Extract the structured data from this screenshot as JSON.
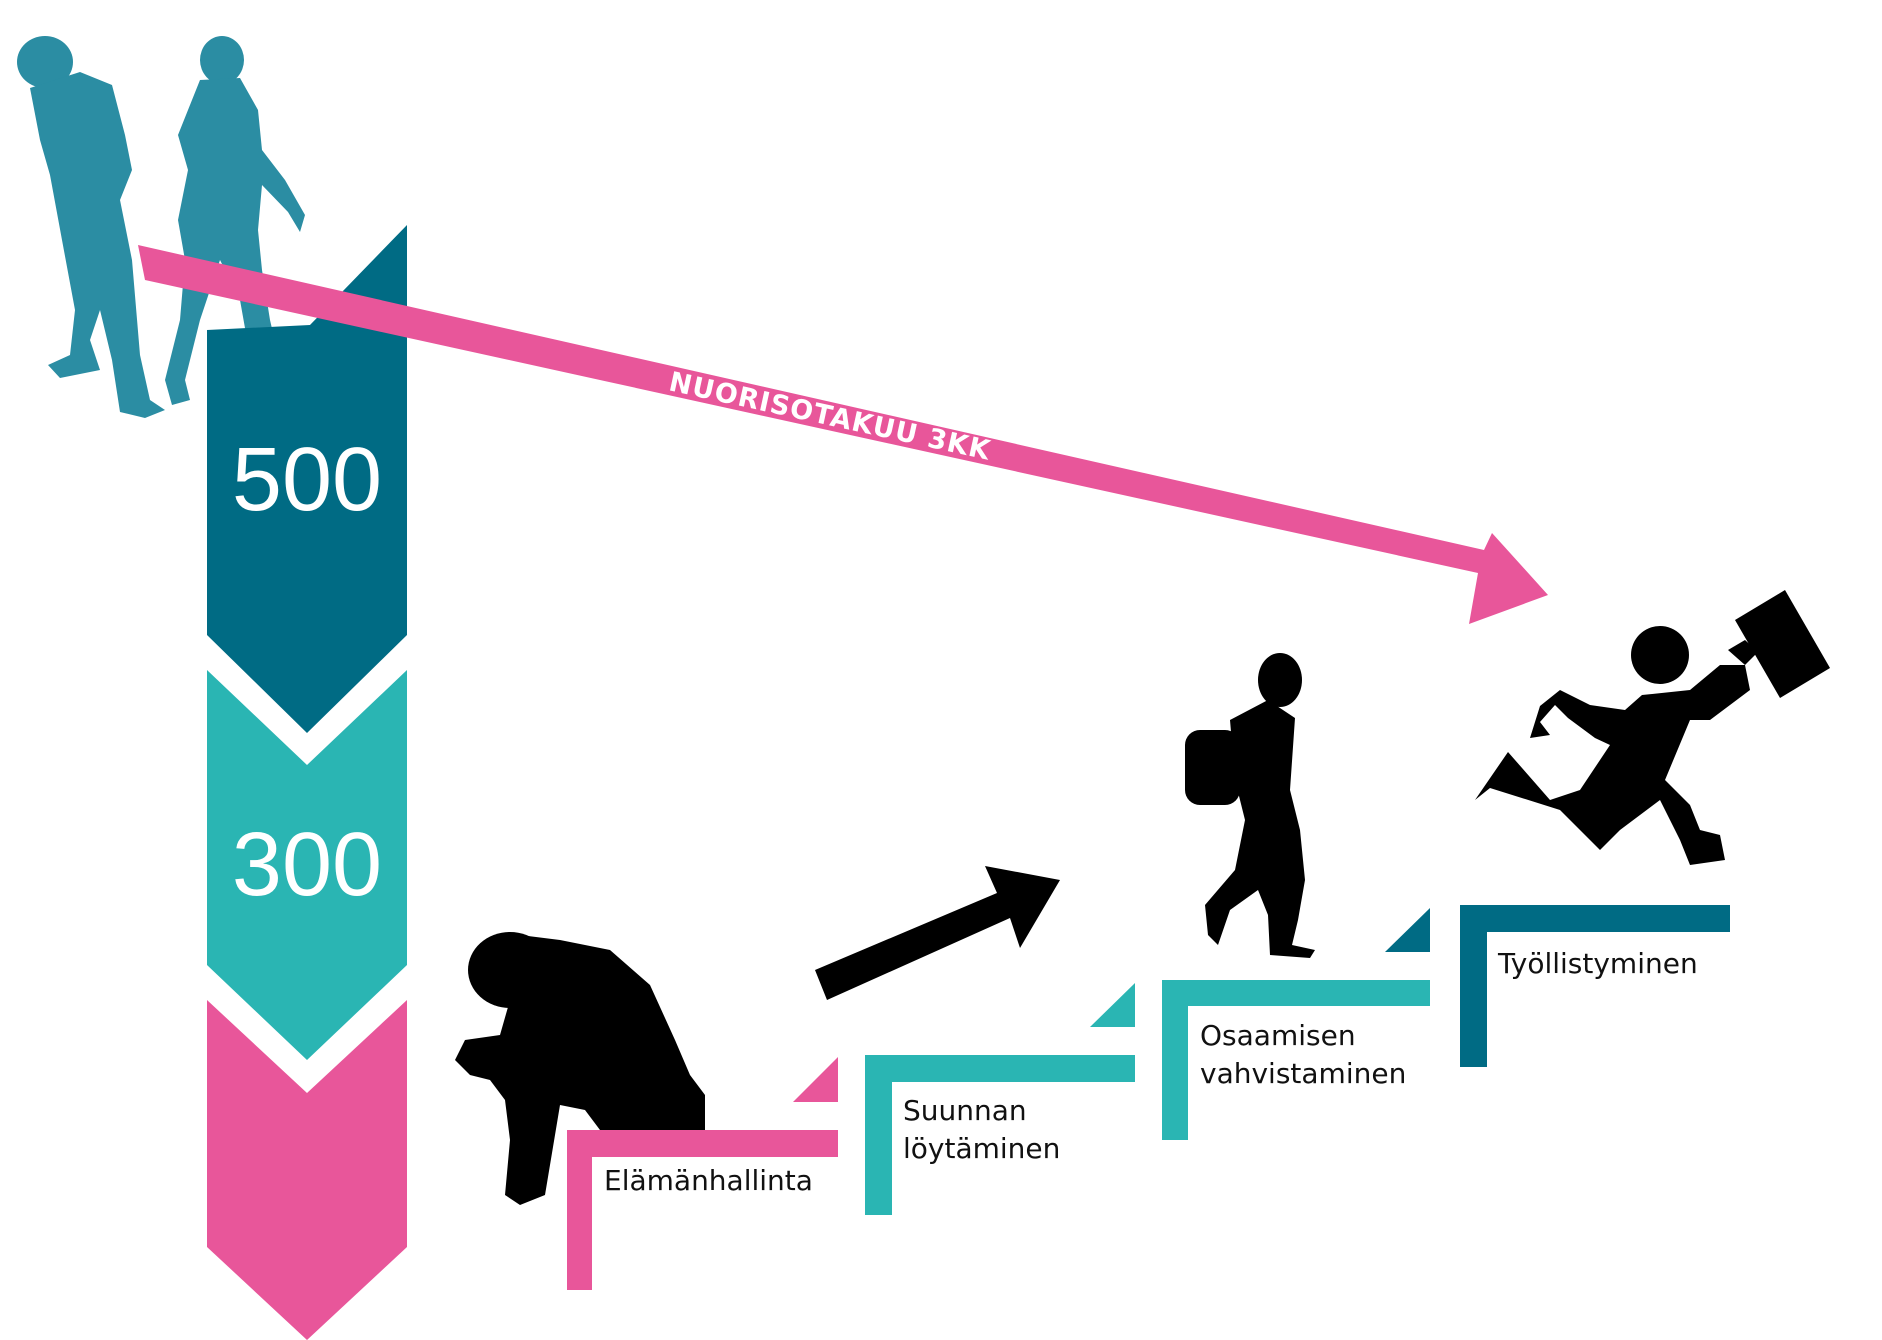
{
  "chevrons": [
    {
      "label": "500",
      "color": "#006b84"
    },
    {
      "label": "300",
      "color": "#2ab5b3"
    },
    {
      "label": "",
      "color": "#e8569a"
    }
  ],
  "guarantee_arrow": {
    "label": "NUORISOTAKUU 3KK",
    "color": "#e8569a"
  },
  "steps": [
    {
      "lines": [
        "Elämänhallinta"
      ],
      "color": "#e8569a"
    },
    {
      "lines": [
        "Suunnan",
        "löytäminen"
      ],
      "color": "#2ab5b3"
    },
    {
      "lines": [
        "Osaamisen",
        "vahvistaminen"
      ],
      "color": "#2ab5b3"
    },
    {
      "lines": [
        "Työllistyminen"
      ],
      "color": "#006b84"
    }
  ],
  "colors": {
    "dark_teal": "#006b84",
    "light_teal": "#2ab5b3",
    "pink": "#e8569a",
    "figure_teal": "#2b8da3",
    "silhouette": "#000000"
  },
  "icons": [
    "walking-youth-pair-icon",
    "sitting-person-icon",
    "walking-person-icon",
    "running-businessman-icon",
    "progress-arrow-icon"
  ]
}
